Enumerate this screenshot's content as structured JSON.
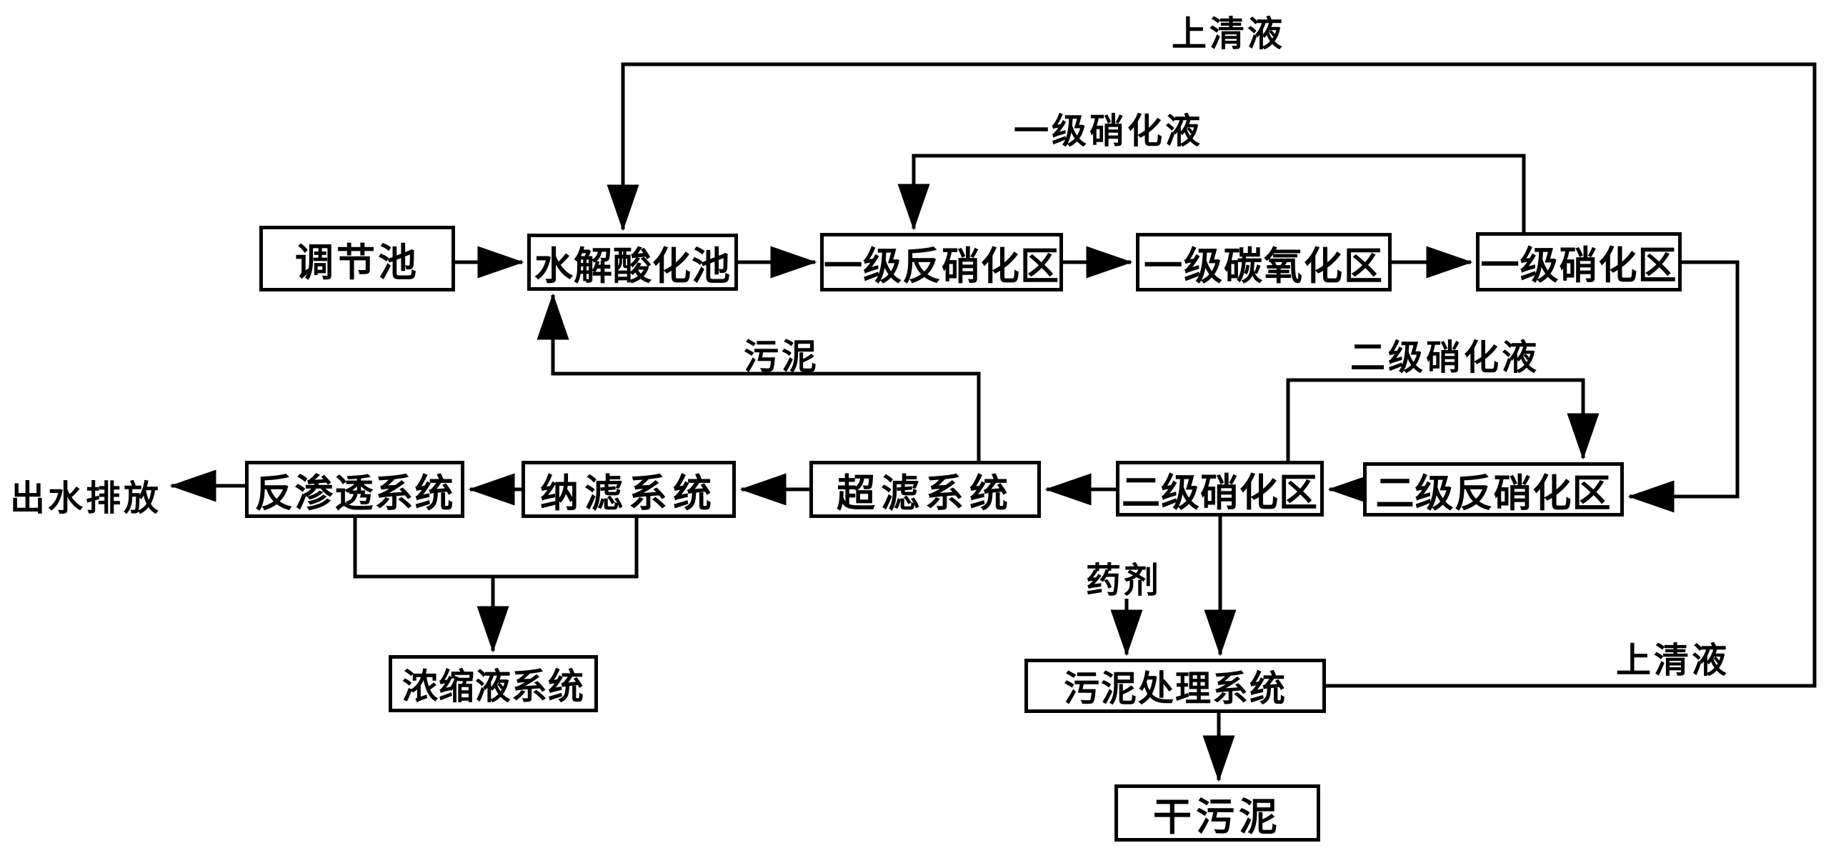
{
  "diagram": {
    "type": "flowchart",
    "background_color": "#ffffff",
    "line_color": "#000000"
  },
  "nodes": [
    {
      "id": "regulating-tank",
      "label": "调节池"
    },
    {
      "id": "hydrolysis-acidification",
      "label": "水解酸化池"
    },
    {
      "id": "stage1-denitrification",
      "label": "一级反硝化区"
    },
    {
      "id": "stage1-carbon-oxidation",
      "label": "一级碳氧化区"
    },
    {
      "id": "stage1-nitrification",
      "label": "一级硝化区"
    },
    {
      "id": "reverse-osmosis",
      "label": "反渗透系统"
    },
    {
      "id": "nanofiltration",
      "label": "纳滤系统"
    },
    {
      "id": "ultrafiltration",
      "label": "超滤系统"
    },
    {
      "id": "stage2-nitrification",
      "label": "二级硝化区"
    },
    {
      "id": "stage2-denitrification",
      "label": "二级反硝化区"
    },
    {
      "id": "concentrate-system",
      "label": "浓缩液系统"
    },
    {
      "id": "sludge-treatment-system",
      "label": "污泥处理系统"
    },
    {
      "id": "dry-sludge",
      "label": "干污泥"
    }
  ],
  "edge_labels": [
    {
      "id": "supernatant-top",
      "label": "上清液"
    },
    {
      "id": "stage1-nitrification-liquid",
      "label": "一级硝化液"
    },
    {
      "id": "sludge-return",
      "label": "污泥"
    },
    {
      "id": "stage2-nitrification-liquid",
      "label": "二级硝化液"
    },
    {
      "id": "chemical-agent",
      "label": "药剂"
    },
    {
      "id": "supernatant-bottom",
      "label": "上清液"
    },
    {
      "id": "effluent-discharge",
      "label": "出水排放"
    }
  ],
  "edges": [
    {
      "from": "regulating-tank",
      "to": "hydrolysis-acidification"
    },
    {
      "from": "hydrolysis-acidification",
      "to": "stage1-denitrification"
    },
    {
      "from": "stage1-denitrification",
      "to": "stage1-carbon-oxidation"
    },
    {
      "from": "stage1-carbon-oxidation",
      "to": "stage1-nitrification"
    },
    {
      "from": "stage1-nitrification",
      "to": "stage1-denitrification",
      "label": "一级硝化液"
    },
    {
      "from": "stage1-nitrification",
      "to": "stage2-denitrification"
    },
    {
      "from": "stage2-denitrification",
      "to": "stage2-nitrification"
    },
    {
      "from": "stage2-nitrification",
      "to": "stage2-denitrification",
      "label": "二级硝化液"
    },
    {
      "from": "stage2-nitrification",
      "to": "ultrafiltration"
    },
    {
      "from": "ultrafiltration",
      "to": "nanofiltration"
    },
    {
      "from": "nanofiltration",
      "to": "reverse-osmosis"
    },
    {
      "from": "reverse-osmosis",
      "to": "effluent-discharge",
      "label": "出水排放"
    },
    {
      "from": "ultrafiltration",
      "to": "hydrolysis-acidification",
      "label": "污泥"
    },
    {
      "from": "reverse-osmosis",
      "to": "concentrate-system"
    },
    {
      "from": "nanofiltration",
      "to": "concentrate-system"
    },
    {
      "from": "stage2-nitrification",
      "to": "sludge-treatment-system"
    },
    {
      "from": "chemical-agent",
      "to": "sludge-treatment-system",
      "label": "药剂"
    },
    {
      "from": "sludge-treatment-system",
      "to": "hydrolysis-acidification",
      "label": "上清液"
    },
    {
      "from": "sludge-treatment-system",
      "to": "dry-sludge"
    }
  ]
}
